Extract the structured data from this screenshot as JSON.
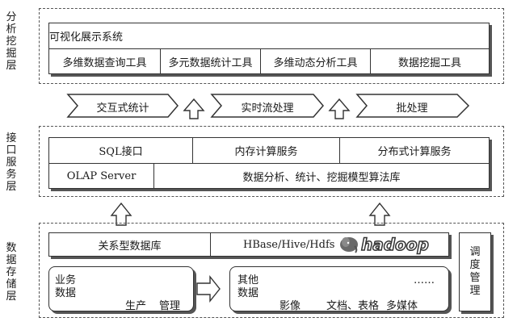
{
  "layers": {
    "analysis": {
      "label": "分析挖掘层",
      "title": "可视化展示系统",
      "tools": [
        "多维数据查询工具",
        "多元数据统计工具",
        "多维动态分析工具",
        "数据挖掘工具"
      ]
    },
    "processing": {
      "modes": [
        "交互式统计",
        "实时流处理",
        "批处理"
      ]
    },
    "interface": {
      "label": "接口服务层",
      "row1": [
        "SQL接口",
        "内存计算服务",
        "分布式计算服务"
      ],
      "row2": [
        "OLAP Server",
        "数据分析、统计、挖掘模型算法库"
      ]
    },
    "storage": {
      "label": "数据存储层",
      "db": [
        "关系型数据库",
        "HBase/Hive/Hdfs"
      ],
      "hadoop_logo": "hadoop",
      "business": {
        "label": "业务数据",
        "items": [
          "生产",
          "管理"
        ]
      },
      "other": {
        "label": "其他数据",
        "items": [
          "影像",
          "文档、表格",
          "多媒体"
        ],
        "more": "……"
      },
      "schedule": "调度管理"
    }
  }
}
